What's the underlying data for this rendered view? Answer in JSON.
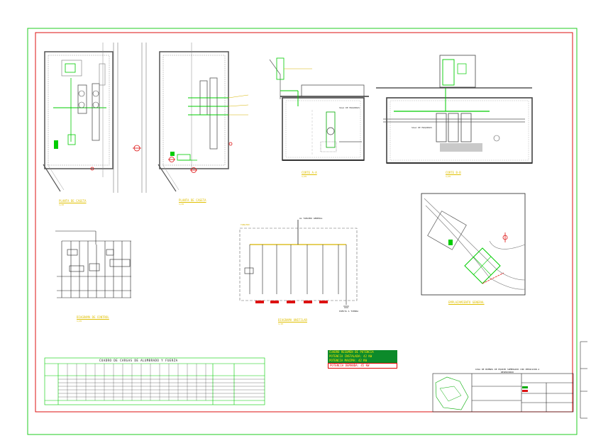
{
  "labels": {
    "planta_left": "PLANTA DE CASETA",
    "planta_right": "PLANTA DE CASETA",
    "corte_a": "CORTE A-A",
    "corte_b": "CORTE B-B",
    "scale": "1/25",
    "sala_a": "SALA DE MAQUINAS",
    "sala_b": "SALA DE MAQUINAS",
    "diagrama_control": "DIAGRAMA DE CONTROL",
    "diagrama_unifilar": "DIAGRAMA UNIFILAR",
    "emplazamiento": "EMPLAZAMIENTO GENERAL",
    "tablero": "TABLERO",
    "al_tablero": "AL TABLERO GENERAL",
    "puesta_tierra": "PUESTA A TIERRA"
  },
  "table": {
    "title": "CUADRO DE CARGAS DE ALUMBRADO Y FUERZA"
  },
  "power_box": {
    "line1": "CUADRO RESUMEN DE POTENCIA",
    "line2": "POTENCIA INSTALADA: 42 KW",
    "line3": "POTENCIA MAXIMA: 42 KW",
    "line4": "POTENCIA DEMANDA: 45 KW"
  },
  "location_title": "CASA DE BOMBAS DE EQUIPO SUMERGIDO CON IMPULSION A RESERVORIO",
  "colors": {
    "frame_outer": "#22cc22",
    "frame_inner": "#dd1111",
    "label": "#d6b400",
    "green": "#00cc00"
  }
}
